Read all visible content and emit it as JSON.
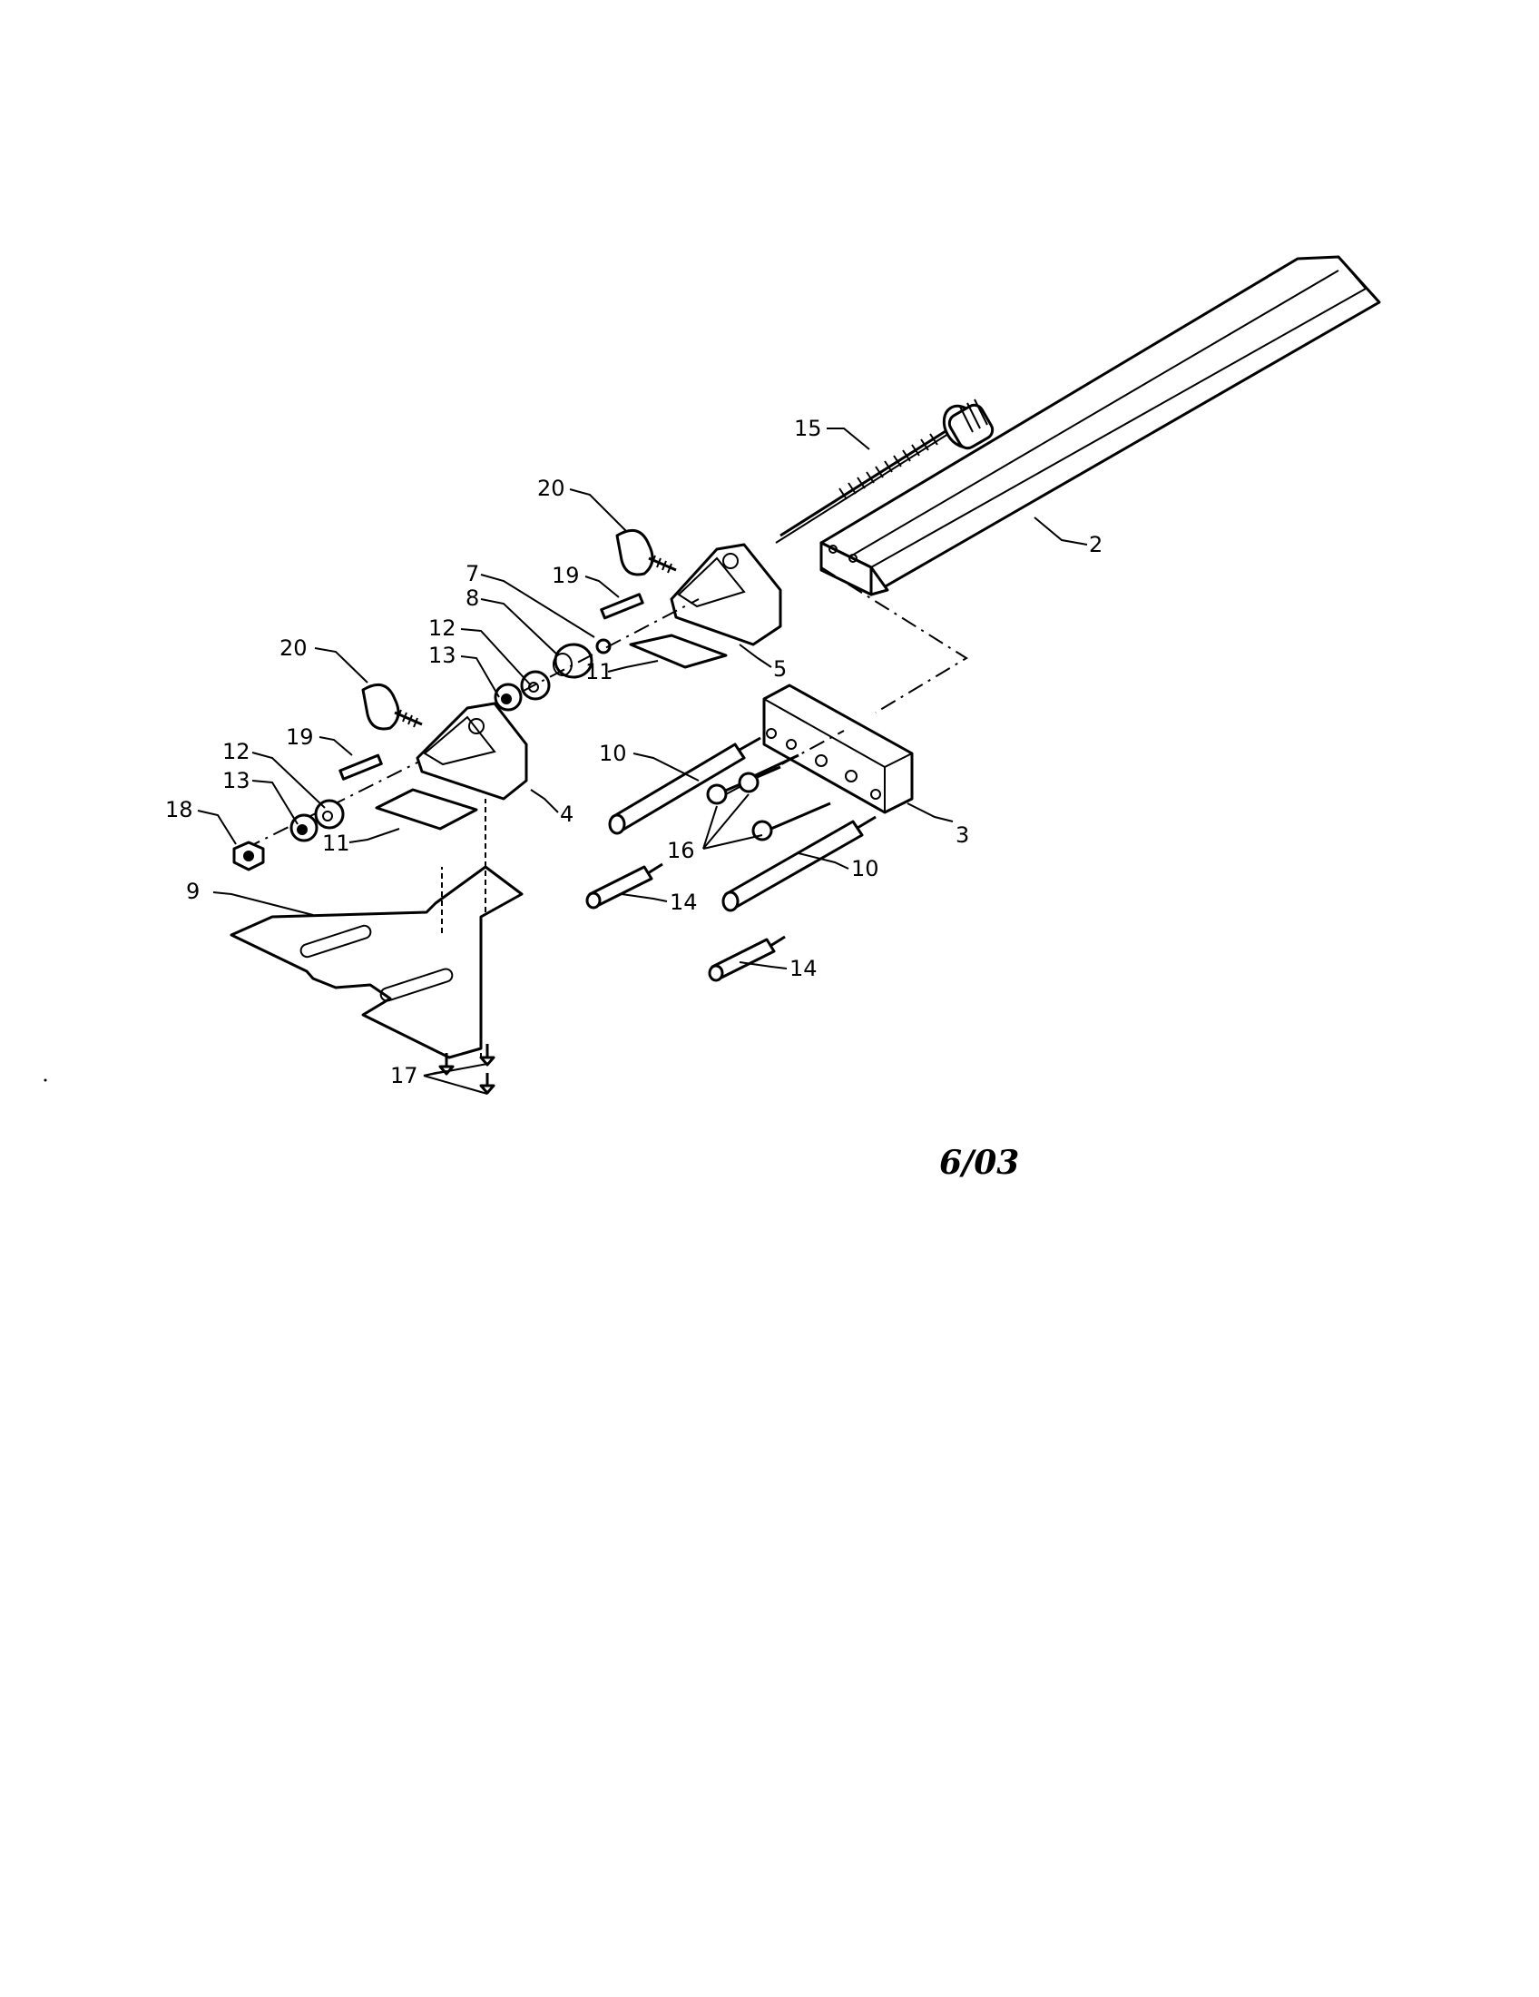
{
  "diagram": {
    "callouts": [
      "2",
      "3",
      "4",
      "5",
      "7",
      "8",
      "9",
      "10",
      "10",
      "11",
      "11",
      "12",
      "12",
      "13",
      "13",
      "14",
      "14",
      "15",
      "16",
      "17",
      "18",
      "19",
      "19",
      "20",
      "20"
    ],
    "date_code": "6/03"
  }
}
